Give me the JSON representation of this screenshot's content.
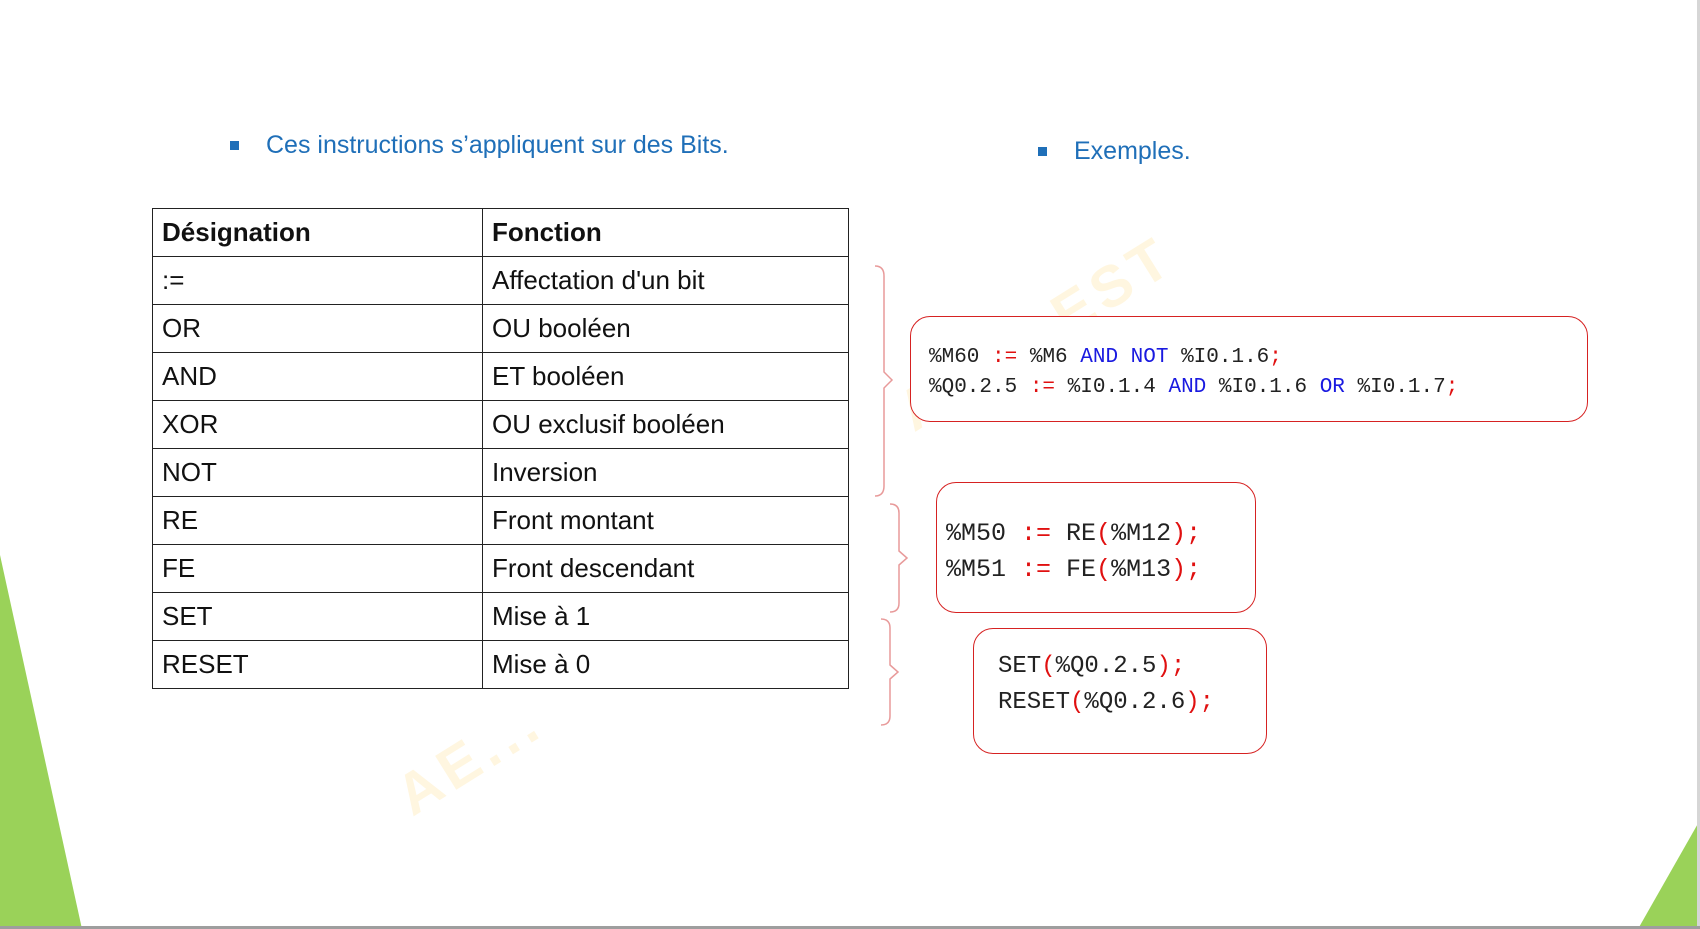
{
  "bullets": {
    "left": "Ces instructions s’appliquent sur des Bits.",
    "right": "Exemples."
  },
  "watermark": {
    "line1": "AE... EST",
    "line2": "AE..."
  },
  "table": {
    "headers": [
      "Désignation",
      "Fonction"
    ],
    "rows": [
      [
        ":=",
        "Affectation d'un bit"
      ],
      [
        "OR",
        "OU booléen"
      ],
      [
        "AND",
        "ET booléen"
      ],
      [
        "XOR",
        "OU exclusif booléen"
      ],
      [
        "NOT",
        "Inversion"
      ],
      [
        "RE",
        "Front montant"
      ],
      [
        "FE",
        "Front descendant"
      ],
      [
        "SET",
        "Mise à 1"
      ],
      [
        "RESET",
        "Mise à 0"
      ]
    ]
  },
  "examples": {
    "logic": {
      "line1": {
        "a": "%M60 ",
        "op": ":=",
        "b": " %M6 ",
        "kw1": "AND NOT",
        "c": " %I0.1.6",
        "semi": ";"
      },
      "line2": {
        "a": "%Q0.2.5 ",
        "op": ":=",
        "b": " %I0.1.4 ",
        "kw1": "AND",
        "c": " %I0.1.6 ",
        "kw2": "OR",
        "d": " %I0.1.7",
        "semi": ";"
      }
    },
    "edges": {
      "line1": {
        "a": "%M50 ",
        "op": ":=",
        "b": " RE",
        "p1": "(",
        "c": "%M12",
        "p2": ");"
      },
      "line2": {
        "a": "%M51 ",
        "op": ":=",
        "b": " FE",
        "p1": "(",
        "c": "%M13",
        "p2": ");"
      }
    },
    "setreset": {
      "line1": {
        "a": "SET",
        "p1": "(",
        "c": "%Q0.2.5",
        "p2": ");"
      },
      "line2": {
        "a": "RESET",
        "p1": "(",
        "c": "%Q0.2.6",
        "p2": ");"
      }
    }
  },
  "colors": {
    "bullet_text": "#1f6fb8",
    "code_operator": "#e01010",
    "code_keyword": "#1a1ae0",
    "box_border": "#d62222",
    "deco_green": "#9ad259"
  }
}
